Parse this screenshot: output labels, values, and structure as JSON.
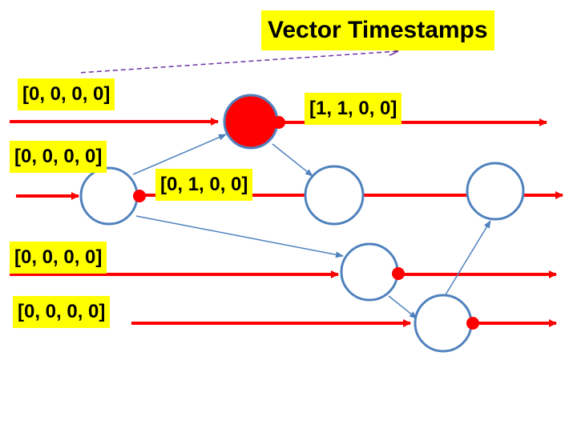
{
  "title": "Vector Timestamps",
  "process_labels": [
    "[0, 0, 0, 0]",
    "[0, 0, 0, 0]",
    "[0, 0, 0, 0]",
    "[0, 0, 0, 0]"
  ],
  "event_labels": [
    "[1, 1, 0, 0]",
    "[0, 1, 0, 0]"
  ],
  "colors": {
    "timeline": "#ff0000",
    "label_bg": "#ffff00",
    "event_circle_stroke": "#4f81bd",
    "message_arrow": "#4f81bd",
    "title_pointer": "#7030a0"
  }
}
